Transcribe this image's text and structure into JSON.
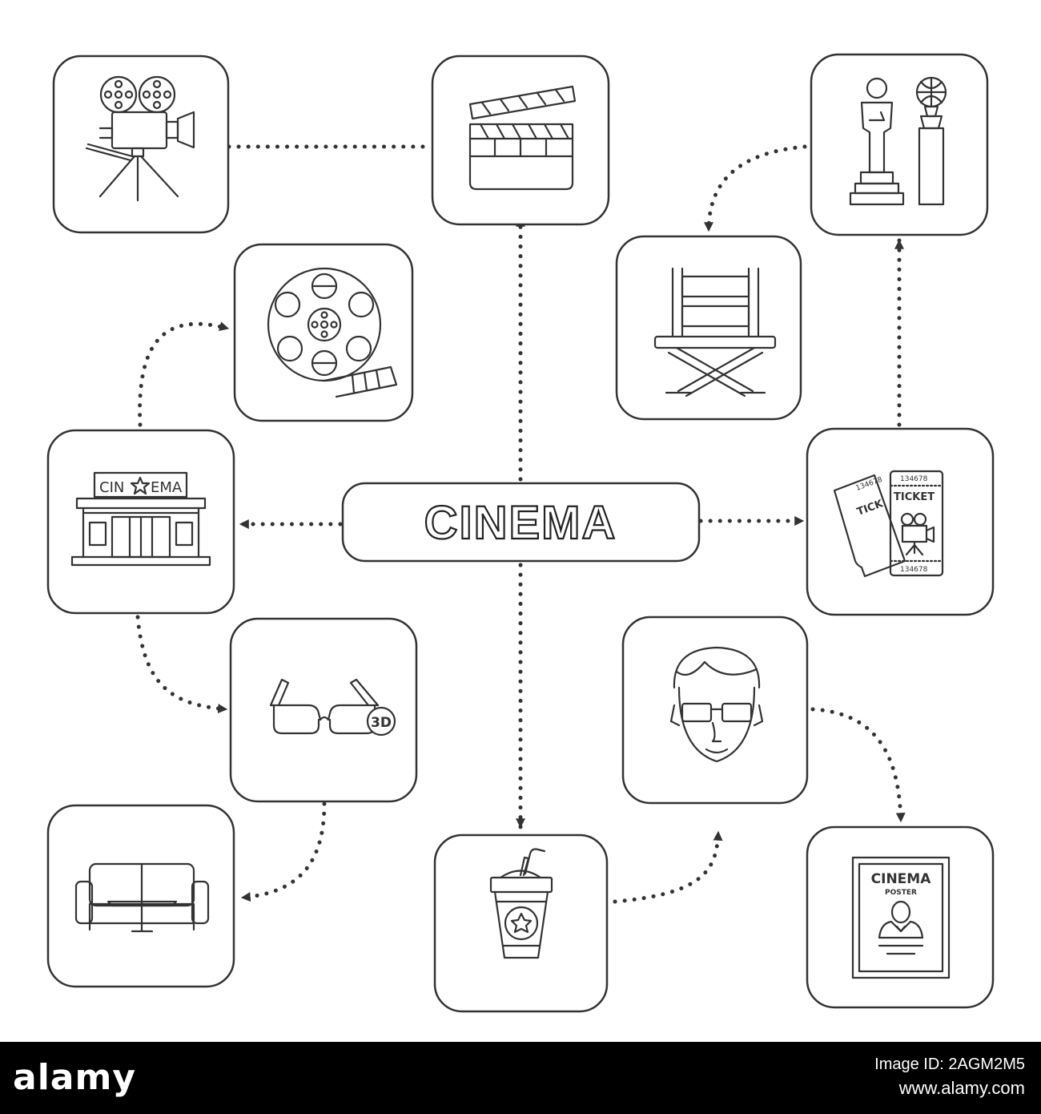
{
  "diagram": {
    "center_label": "CINEMA",
    "center_id": "cinema-center",
    "nodes": [
      {
        "id": "movie-camera",
        "icon": "movie-camera-icon"
      },
      {
        "id": "clapperboard",
        "icon": "clapperboard-icon"
      },
      {
        "id": "awards",
        "icon": "awards-icon"
      },
      {
        "id": "film-reel",
        "icon": "film-reel-icon"
      },
      {
        "id": "director-chair",
        "icon": "director-chair-icon"
      },
      {
        "id": "cinema-building",
        "icon": "cinema-building-icon",
        "sign_left": "CIN",
        "sign_right": "EMA"
      },
      {
        "id": "tickets",
        "icon": "tickets-icon",
        "ticket_number": "134678",
        "ticket_label": "TICKET",
        "ticket_label_partial": "TICK"
      },
      {
        "id": "3d-glasses",
        "icon": "3d-glasses-icon",
        "badge": "3D"
      },
      {
        "id": "viewer",
        "icon": "viewer-with-3d-glasses-icon"
      },
      {
        "id": "sofa",
        "icon": "sofa-icon"
      },
      {
        "id": "soda-cup",
        "icon": "soda-cup-icon"
      },
      {
        "id": "poster",
        "icon": "poster-icon",
        "title": "CINEMA",
        "subtitle": "POSTER"
      }
    ],
    "connections": [
      {
        "from": "clapperboard",
        "to": "movie-camera"
      },
      {
        "from": "cinema-center",
        "to": "clapperboard"
      },
      {
        "from": "awards",
        "to": "director-chair"
      },
      {
        "from": "tickets",
        "to": "awards"
      },
      {
        "from": "cinema-building",
        "to": "film-reel"
      },
      {
        "from": "cinema-center",
        "to": "cinema-building"
      },
      {
        "from": "cinema-center",
        "to": "tickets"
      },
      {
        "from": "cinema-building",
        "to": "3d-glasses"
      },
      {
        "from": "3d-glasses",
        "to": "sofa"
      },
      {
        "from": "cinema-center",
        "to": "soda-cup"
      },
      {
        "from": "soda-cup",
        "to": "viewer"
      },
      {
        "from": "viewer",
        "to": "poster"
      }
    ],
    "colors": {
      "line": "#333333",
      "background": "#ffffff"
    }
  },
  "footer": {
    "brand": "alamy",
    "image_id": "Image ID: 2AGM2M5",
    "site": "www.alamy.com",
    "background": "#000000"
  }
}
